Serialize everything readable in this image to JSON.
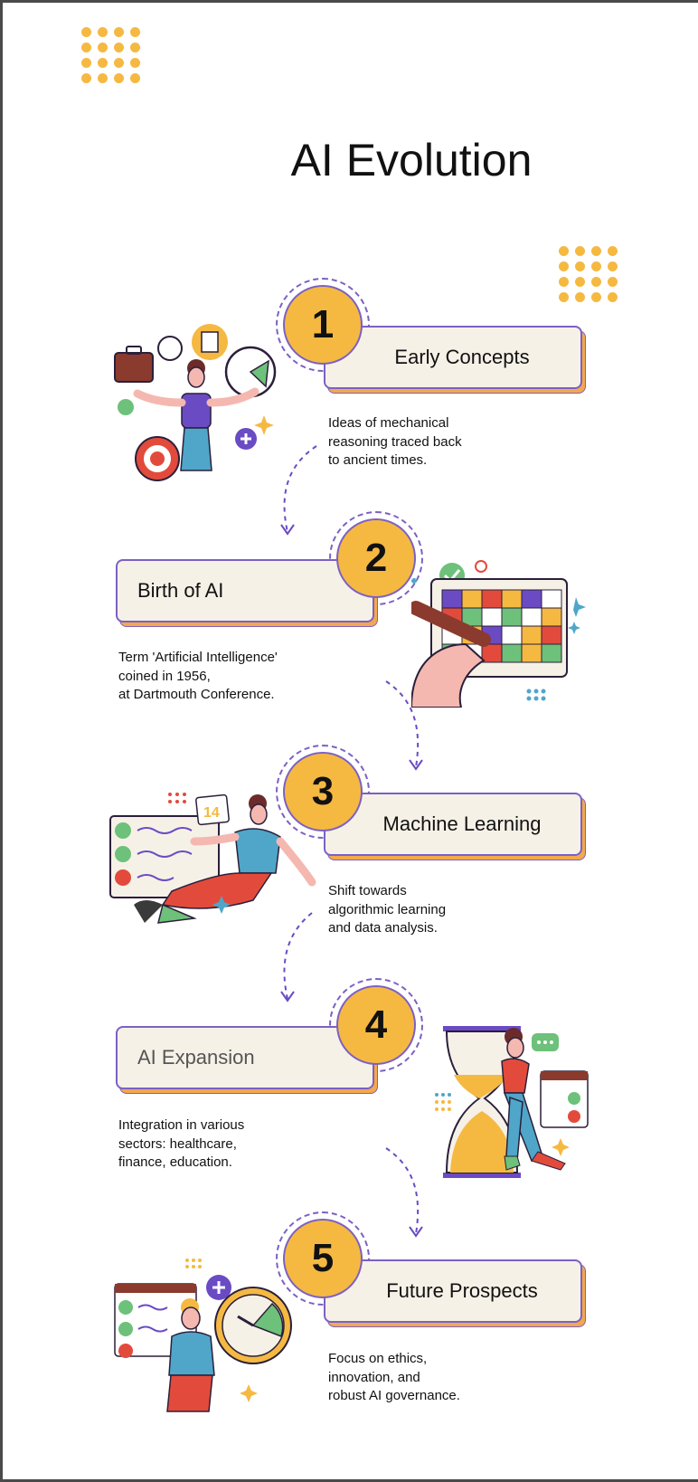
{
  "title": "AI Evolution",
  "colors": {
    "accent_orange": "#F5B942",
    "accent_purple": "#7C60C4",
    "card_fill": "#F6F1E7",
    "card_shadow": "#F3A94B"
  },
  "steps": [
    {
      "number": "1",
      "title": "Early Concepts",
      "lines": [
        "Ideas of mechanical",
        "reasoning traced back",
        "to ancient times."
      ],
      "illustration": "woman-with-target-briefcase-clock"
    },
    {
      "number": "2",
      "title": "Birth of AI",
      "lines": [
        "Term 'Artificial Intelligence'",
        "coined in 1956,",
        "at Dartmouth Conference."
      ],
      "illustration": "hand-marking-calendar"
    },
    {
      "number": "3",
      "title": "Machine Learning",
      "lines": [
        "Shift towards",
        "algorithmic learning",
        "and data analysis."
      ],
      "illustration": "woman-with-checklist-calendar"
    },
    {
      "number": "4",
      "title": "AI Expansion",
      "lines": [
        "Integration in various",
        "sectors: healthcare,",
        "finance, education."
      ],
      "illustration": "woman-leaning-on-hourglass"
    },
    {
      "number": "5",
      "title": "Future Prospects",
      "lines": [
        "Focus on ethics,",
        "innovation, and",
        "robust AI governance."
      ],
      "illustration": "man-with-clock-checklist"
    }
  ],
  "calendar_number": "14"
}
